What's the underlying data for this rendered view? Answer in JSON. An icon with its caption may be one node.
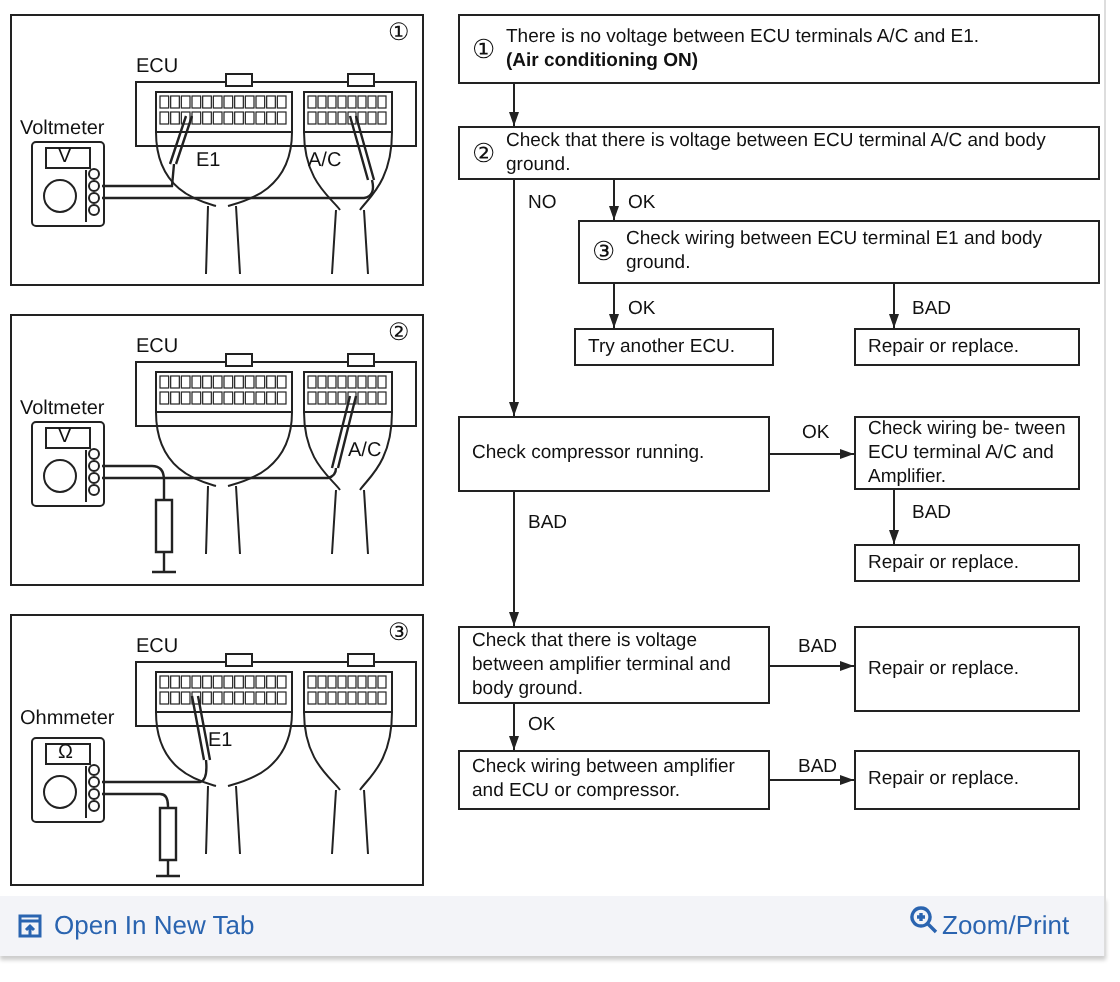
{
  "diagram": {
    "nodes": [
      {
        "text": [
          "①",
          "ECU",
          "Voltmeter",
          "V",
          "E1",
          "A/C"
        ]
      },
      {
        "text": [
          "②",
          "ECU",
          "Voltmeter",
          "V",
          "A/C"
        ]
      },
      {
        "text": [
          "③",
          "ECU",
          "Ohmmeter",
          "Ω",
          "E1"
        ]
      },
      {
        "text": [
          "①",
          "There is no voltage between ECU terminals A/C and E1. **(Air conditioning ON)**"
        ]
      },
      {
        "text": [
          "②",
          "Check that there is voltage between ECU terminal A/C and body ground."
        ]
      },
      {
        "text": [
          "③",
          "Check wiring between ECU terminal E1 and body ground."
        ]
      },
      {
        "text": [
          "Try another ECU."
        ]
      },
      {
        "text": [
          "Repair or replace."
        ]
      },
      {
        "text": [
          "Check compressor running."
        ]
      },
      {
        "text": [
          "Check wiring be- tween ECU terminal A/C and Amplifier."
        ]
      },
      {
        "text": [
          "Repair or replace."
        ]
      },
      {
        "text": [
          "Check that there is voltage between amplifier terminal and body ground."
        ]
      },
      {
        "text": [
          "Repair or replace."
        ]
      },
      {
        "text": [
          "Check wiring between amplifier and ECU or compressor."
        ]
      },
      {
        "text": [
          "Repair or replace."
        ]
      }
    ],
    "edges": [
      {
        "from": 3,
        "to": 4,
        "arrow": "to"
      },
      {
        "from": 4,
        "to": 5,
        "label": "OK",
        "arrow": "to"
      },
      {
        "from": 4,
        "to": 8,
        "label": "NO",
        "arrow": "to"
      },
      {
        "from": 5,
        "to": 6,
        "label": "OK",
        "arrow": "to"
      },
      {
        "from": 5,
        "to": 7,
        "label": "BAD",
        "arrow": "to"
      },
      {
        "from": 8,
        "to": 9,
        "label": "OK",
        "arrow": "to"
      },
      {
        "from": 9,
        "to": 10,
        "label": "BAD",
        "arrow": "to"
      },
      {
        "from": 8,
        "to": 11,
        "label": "BAD",
        "arrow": "to"
      },
      {
        "from": 11,
        "to": 12,
        "label": "BAD",
        "arrow": "to"
      },
      {
        "from": 11,
        "to": 13,
        "label": "OK",
        "arrow": "to"
      },
      {
        "from": 13,
        "to": 14,
        "label": "BAD",
        "arrow": "to"
      }
    ],
    "labels": [
      "Open In New Tab",
      "Zoom/Print"
    ]
  }
}
